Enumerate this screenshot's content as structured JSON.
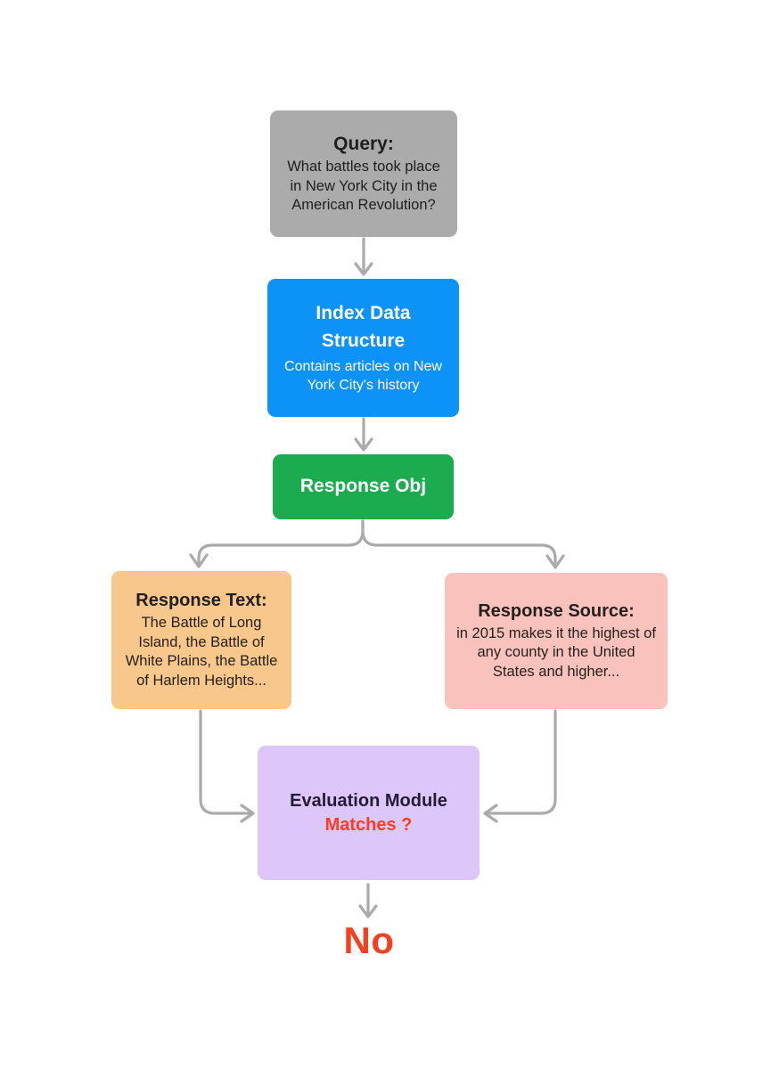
{
  "diagram": {
    "type": "flowchart",
    "background_color": "#ffffff",
    "connector_color": "#aaaaaa",
    "nodes": {
      "query": {
        "title": "Query:",
        "body": "What battles took place in New York City in the American Revolution?",
        "fill": "#ababab",
        "text_color": "#1f1f21"
      },
      "index": {
        "title": "Index Data Structure",
        "body": "Contains articles on New York City's history",
        "fill": "#0d93f7",
        "text_color": "#ffffff"
      },
      "response_obj": {
        "title": "Response Obj",
        "fill": "#1dab50",
        "text_color": "#ffffff"
      },
      "response_text": {
        "title": "Response Text:",
        "body": "The Battle of Long Island, the Battle of White Plains, the Battle of Harlem Heights...",
        "fill": "#f8c78c",
        "text_color": "#231f1c"
      },
      "response_source": {
        "title": "Response Source:",
        "body": "in 2015 makes it the highest of any county in the United States and higher...",
        "fill": "#f9c2bc",
        "text_color": "#231f1c"
      },
      "evaluation": {
        "title": "Evaluation Module",
        "question": "Matches ?",
        "fill": "#ddc6fa",
        "text_color": "#231b33",
        "question_color": "#f4401e"
      }
    },
    "final_answer": {
      "label": "No",
      "color": "#f4401e"
    }
  }
}
